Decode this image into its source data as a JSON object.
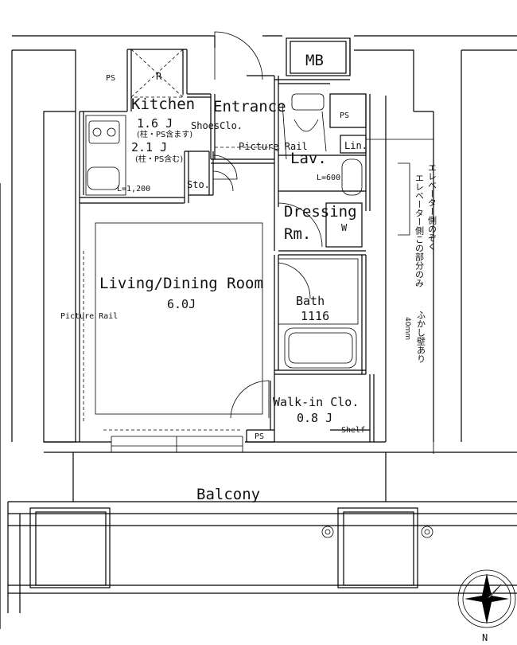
{
  "rooms": {
    "kitchen": "Kitchen",
    "kitchen_area1": "1.6 J",
    "kitchen_note1": "(柱・PS含ます)",
    "kitchen_area2": "2.1 J",
    "kitchen_note2": "(柱・PS含む)",
    "entrance": "Entrance",
    "shoes_closet": "ShoesClo.",
    "picture_rail_top": "Picture Rail",
    "lavatory": "Lav.",
    "linen": "Lin.",
    "ps_top_left": "PS",
    "ps_top_right": "PS",
    "ps_bottom": "PS",
    "refrigerator": "R",
    "meter_box": "MB",
    "storage": "Sto.",
    "sink_length": "L=1,200",
    "lav_length": "L=600",
    "dressing1": "Dressing",
    "dressing2": "Rm.",
    "washer": "W",
    "living": "Living/Dining Room",
    "living_area": "6.0J",
    "picture_rail_left": "Picture Rail",
    "bath": "Bath",
    "bath_size": "1116",
    "walkin": "Walk-in Clo.",
    "walkin_area": "0.8 J",
    "shelf": "Shelf",
    "balcony": "Balcony",
    "compass_n": "N"
  },
  "notes": {
    "elevator_col1": "エレベーター側のぞく",
    "elevator_col2": "エレベーター側この部分のみ",
    "elevator_col3": "ふかし壁あり",
    "elevator_col4": "40mm"
  }
}
